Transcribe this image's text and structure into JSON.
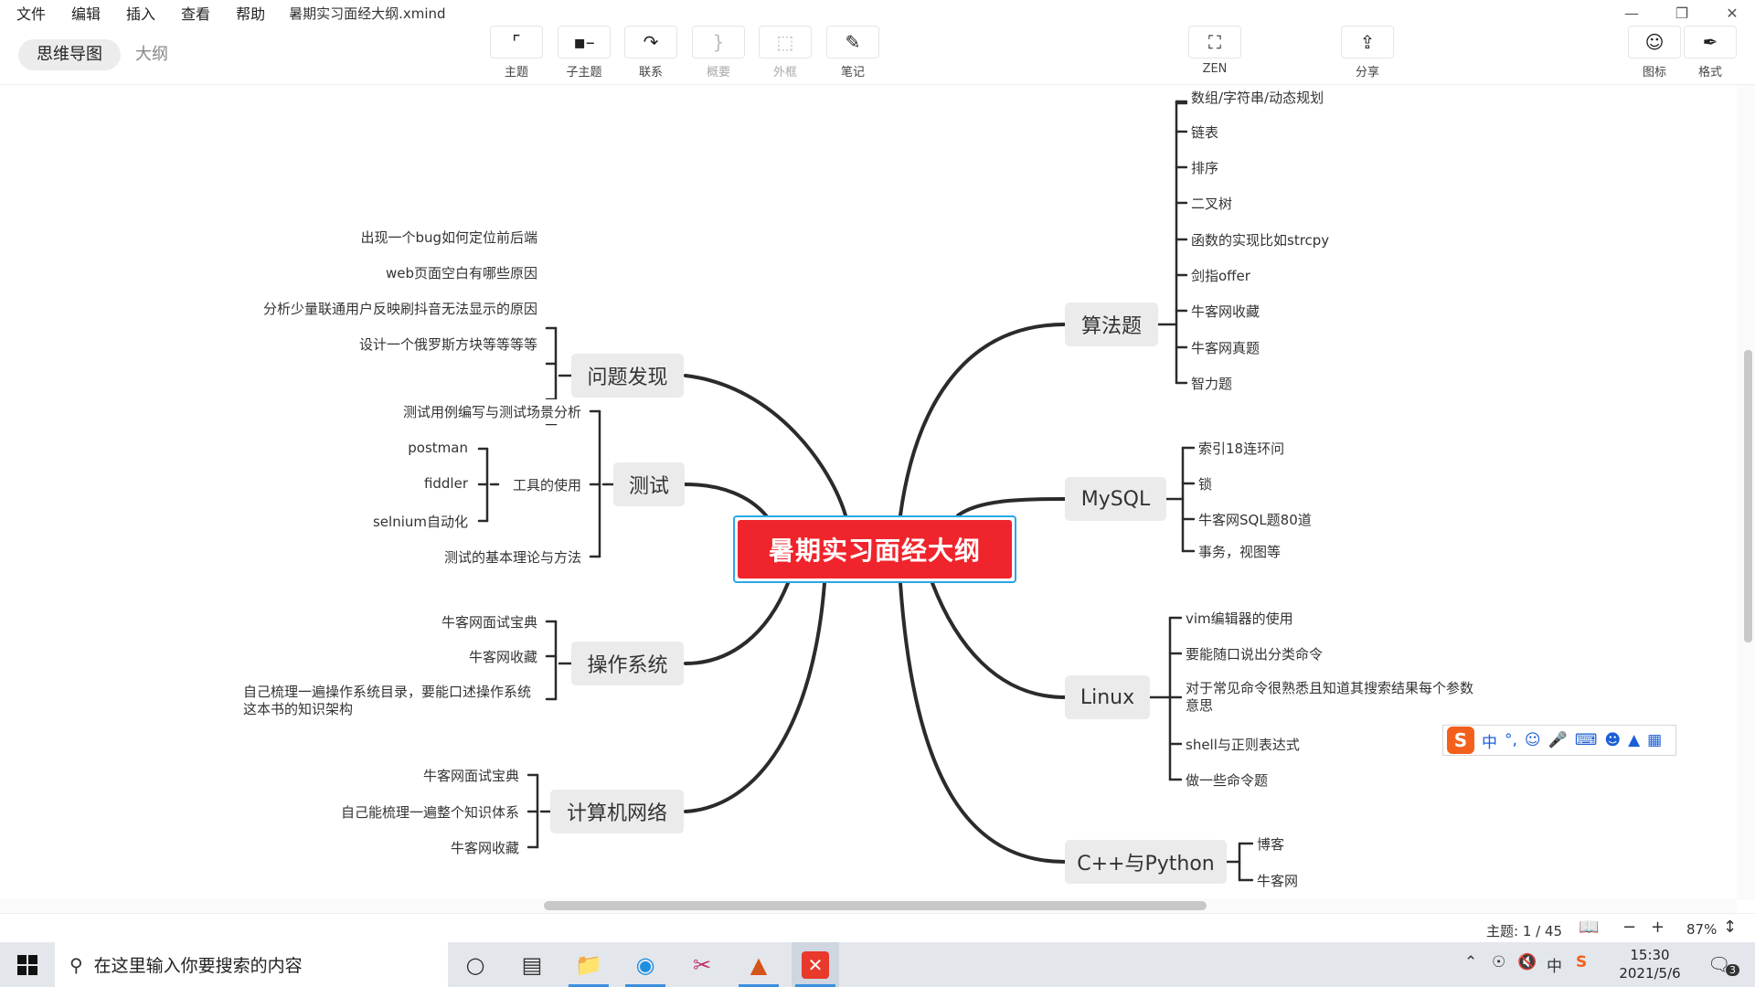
{
  "app": {
    "menu": [
      "文件",
      "编辑",
      "插入",
      "查看",
      "帮助"
    ],
    "document_title": "暑期实习面经大纲.xmind"
  },
  "view_tabs": {
    "mindmap": "思维导图",
    "outline": "大纲"
  },
  "toolbar": {
    "topic": "主题",
    "subtopic": "子主题",
    "relationship": "联系",
    "summary": "概要",
    "boundary": "外框",
    "note": "笔记",
    "zen": "ZEN",
    "share": "分享",
    "icon": "图标",
    "format": "格式"
  },
  "mindmap": {
    "root": "暑期实习面经大纲",
    "branches": {
      "problem": {
        "label": "问题发现",
        "children": [
          "出现一个bug如何定位前后端",
          "web页面空白有哪些原因",
          "分析少量联通用户反映刷抖音无法显示的原因",
          "设计一个俄罗斯方块等等等等"
        ]
      },
      "testing": {
        "label": "测试",
        "children": [
          "测试用例编写与测试场景分析",
          "工具的使用",
          "测试的基本理论与方法"
        ],
        "tools": [
          "postman",
          "fiddler",
          "selnium自动化"
        ]
      },
      "os": {
        "label": "操作系统",
        "children": [
          "牛客网面试宝典",
          "牛客网收藏",
          "自己梳理一遍操作系统目录，要能口述操作系统这本书的知识架构"
        ]
      },
      "network": {
        "label": "计算机网络",
        "children": [
          "牛客网面试宝典",
          "自己能梳理一遍整个知识体系",
          "牛客网收藏"
        ]
      },
      "algo": {
        "label": "算法题",
        "children": [
          "数组/字符串/动态规划",
          "链表",
          "排序",
          "二叉树",
          "函数的实现比如strcpy",
          "剑指offer",
          "牛客网收藏",
          "牛客网真题",
          "智力题"
        ]
      },
      "mysql": {
        "label": "MySQL",
        "children": [
          "索引18连环问",
          "锁",
          "牛客网SQL题80道",
          "事务，视图等"
        ]
      },
      "linux": {
        "label": "Linux",
        "children": [
          "vim编辑器的使用",
          "要能随口说出分类命令",
          "对于常见命令很熟悉且知道其搜索结果每个参数意思",
          "shell与正则表达式",
          "做一些命令题"
        ]
      },
      "cpp": {
        "label": "C++与Python",
        "children": [
          "博客",
          "牛客网"
        ]
      }
    }
  },
  "status": {
    "topic_count": "主题: 1 / 45",
    "zoom": "87%"
  },
  "ime": {
    "chinese": "中",
    "punct": "°,"
  },
  "taskbar": {
    "search_placeholder": "在这里输入你要搜索的内容",
    "ime_tray": "中",
    "time": "15:30",
    "date": "2021/5/6",
    "notifications": "3"
  },
  "colors": {
    "root_fill": "#f0242c",
    "root_border": "#2aa7e8",
    "node_fill": "#ebebeb",
    "line": "#2b2b2b"
  }
}
